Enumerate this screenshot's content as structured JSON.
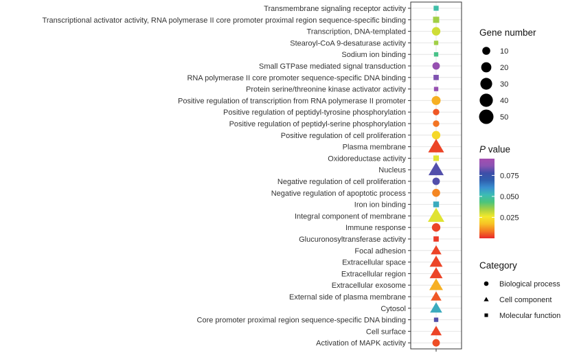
{
  "chart_data": {
    "type": "scatter",
    "terms": [
      {
        "label": "Transmembrane signaling receptor activity",
        "category": "Molecular function",
        "gene_number": 5,
        "p_value": 0.05
      },
      {
        "label": "Transcriptional activator activity, RNA polymerase II core promoter proximal region sequence-specific binding",
        "category": "Molecular function",
        "gene_number": 10,
        "p_value": 0.035
      },
      {
        "label": "Transcription, DNA-templated",
        "category": "Biological process",
        "gene_number": 12,
        "p_value": 0.03
      },
      {
        "label": "Stearoyl-CoA 9-desaturase activity",
        "category": "Molecular function",
        "gene_number": 3,
        "p_value": 0.035
      },
      {
        "label": "Sodium ion binding",
        "category": "Molecular function",
        "gene_number": 3,
        "p_value": 0.045
      },
      {
        "label": "Small GTPase mediated signal transduction",
        "category": "Biological process",
        "gene_number": 8,
        "p_value": 0.09
      },
      {
        "label": "RNA polymerase II core promoter sequence-specific DNA binding",
        "category": "Molecular function",
        "gene_number": 6,
        "p_value": 0.085
      },
      {
        "label": "Protein serine/threonine kinase activator activity",
        "category": "Molecular function",
        "gene_number": 3,
        "p_value": 0.09
      },
      {
        "label": "Positive regulation of transcription from RNA polymerase II promoter",
        "category": "Biological process",
        "gene_number": 14,
        "p_value": 0.015
      },
      {
        "label": "Positive regulation of peptidyl-tyrosine phosphorylation",
        "category": "Biological process",
        "gene_number": 5,
        "p_value": 0.005
      },
      {
        "label": "Positive regulation of peptidyl-serine phosphorylation",
        "category": "Biological process",
        "gene_number": 5,
        "p_value": 0.008
      },
      {
        "label": "Positive regulation of cell proliferation",
        "category": "Biological process",
        "gene_number": 12,
        "p_value": 0.022
      },
      {
        "label": "Plasma membrane",
        "category": "Cell component",
        "gene_number": 50,
        "p_value": 0.003
      },
      {
        "label": "Oxidoreductase activity",
        "category": "Molecular function",
        "gene_number": 7,
        "p_value": 0.028
      },
      {
        "label": "Nucleus",
        "category": "Cell component",
        "gene_number": 45,
        "p_value": 0.08
      },
      {
        "label": "Negative regulation of cell proliferation",
        "category": "Biological process",
        "gene_number": 8,
        "p_value": 0.08
      },
      {
        "label": "Negative regulation of apoptotic process",
        "category": "Biological process",
        "gene_number": 10,
        "p_value": 0.01
      },
      {
        "label": "Iron ion binding",
        "category": "Molecular function",
        "gene_number": 8,
        "p_value": 0.055
      },
      {
        "label": "Integral component of membrane",
        "category": "Cell component",
        "gene_number": 55,
        "p_value": 0.028
      },
      {
        "label": "Immune response",
        "category": "Biological process",
        "gene_number": 12,
        "p_value": 0.003
      },
      {
        "label": "Glucuronosyltransferase activity",
        "category": "Molecular function",
        "gene_number": 6,
        "p_value": 0.002
      },
      {
        "label": "Focal adhesion",
        "category": "Cell component",
        "gene_number": 18,
        "p_value": 0.003
      },
      {
        "label": "Extracellular space",
        "category": "Cell component",
        "gene_number": 30,
        "p_value": 0.003
      },
      {
        "label": "Extracellular region",
        "category": "Cell component",
        "gene_number": 30,
        "p_value": 0.003
      },
      {
        "label": "Extracellular exosome",
        "category": "Cell component",
        "gene_number": 35,
        "p_value": 0.015
      },
      {
        "label": "External side of plasma membrane",
        "category": "Cell component",
        "gene_number": 18,
        "p_value": 0.005
      },
      {
        "label": "Cytosol",
        "category": "Cell component",
        "gene_number": 25,
        "p_value": 0.055
      },
      {
        "label": "Core promoter proximal region sequence-specific DNA binding",
        "category": "Molecular function",
        "gene_number": 3,
        "p_value": 0.08
      },
      {
        "label": "Cell surface",
        "category": "Cell component",
        "gene_number": 20,
        "p_value": 0.003
      },
      {
        "label": "Activation of MAPK activity",
        "category": "Biological process",
        "gene_number": 8,
        "p_value": 0.004
      }
    ],
    "legend_gene_number": {
      "title": "Gene number",
      "values": [
        10,
        20,
        30,
        40,
        50
      ],
      "labels": [
        "10",
        "20",
        "30",
        "40",
        "50"
      ]
    },
    "legend_p_value": {
      "title_italic": "P",
      "title_rest": " value",
      "range": [
        0,
        0.095
      ],
      "ticks": [
        0.075,
        0.05,
        0.025
      ],
      "tick_labels": [
        "0.075",
        "0.050",
        "0.025"
      ],
      "color_stops": [
        "#e8282a",
        "#f47a22",
        "#f7c325",
        "#f3e92c",
        "#a6d043",
        "#4bc47c",
        "#3cbcb4",
        "#3a8fd0",
        "#2f5fae",
        "#3d4ea8",
        "#8b53b2",
        "#a44db0"
      ]
    },
    "legend_category": {
      "title": "Category",
      "items": [
        {
          "shape": "circle",
          "label": "Biological process"
        },
        {
          "shape": "triangle",
          "label": "Cell component"
        },
        {
          "shape": "square",
          "label": "Molecular function"
        }
      ]
    },
    "grid": true,
    "legend_placement": "right"
  }
}
